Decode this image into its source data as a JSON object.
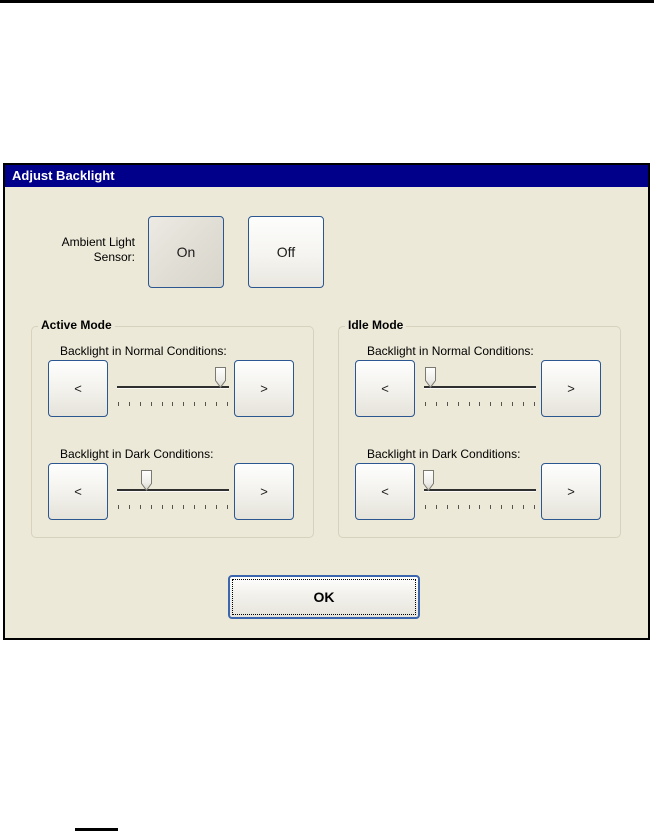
{
  "window": {
    "title": "Adjust Backlight"
  },
  "ambient": {
    "label": "Ambient Light Sensor:",
    "on_label": "On",
    "off_label": "Off",
    "selected": "On"
  },
  "groups": [
    {
      "title": "Active Mode",
      "sliders": [
        {
          "label": "Backlight in Normal Conditions:",
          "position_percent": 92
        },
        {
          "label": "Backlight in Dark Conditions:",
          "position_percent": 26
        }
      ]
    },
    {
      "title": "Idle Mode",
      "sliders": [
        {
          "label": "Backlight in Normal Conditions:",
          "position_percent": 6
        },
        {
          "label": "Backlight in Dark Conditions:",
          "position_percent": 4
        }
      ]
    }
  ],
  "controls": {
    "decrease_label": "<",
    "increase_label": ">",
    "ok_label": "OK"
  },
  "colors": {
    "titlebar": "#00008B",
    "dialog_background": "#ECE9D8",
    "button_border": "#2B5690",
    "ok_border": "#3C66AE",
    "slider_track": "#2F2F2F"
  }
}
